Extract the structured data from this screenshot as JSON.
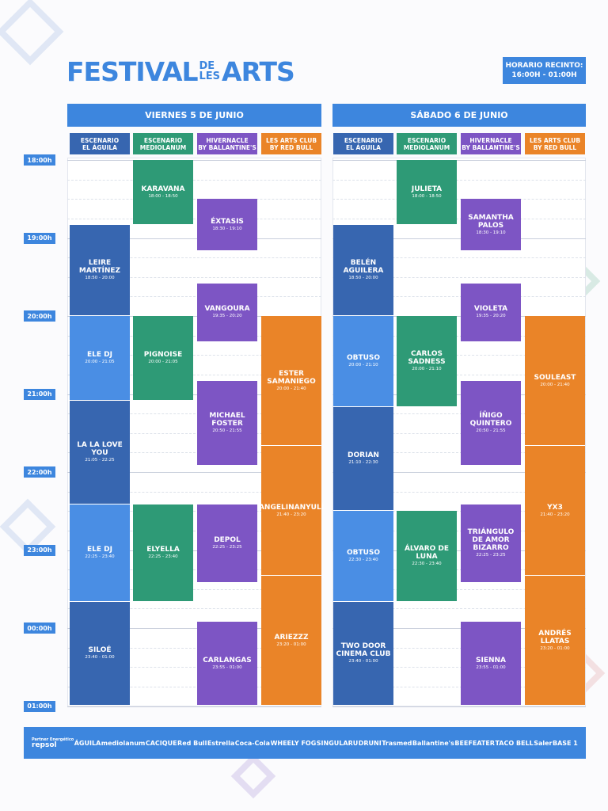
{
  "festival": {
    "title_part1": "FESTIVAL",
    "title_de": "DE",
    "title_les": "LES",
    "title_part2": "ARTS"
  },
  "hours": {
    "label": "HORARIO RECINTO:",
    "value": "16:00H - 01:00H"
  },
  "days": [
    {
      "title": "VIERNES 5 DE JUNIO"
    },
    {
      "title": "SÁBADO 6 DE JUNIO"
    }
  ],
  "stages": [
    {
      "l1": "ESCENARIO",
      "l2": "EL ÁGUILA",
      "color": "#3766b0"
    },
    {
      "l1": "ESCENARIO",
      "l2": "MEDIOLANUM",
      "color": "#2e9a76"
    },
    {
      "l1": "HIVERNACLE",
      "l2": "BY BALLANTINE'S",
      "color": "#7d55c4"
    },
    {
      "l1": "LES ARTS CLUB",
      "l2": "BY RED BULL",
      "color": "#ea8428"
    }
  ],
  "times": [
    "18:00h",
    "19:00h",
    "20:00h",
    "21:00h",
    "22:00h",
    "23:00h",
    "00:00h",
    "01:00h"
  ],
  "friday": [
    {
      "name": "KARAVANA",
      "time": "18:00 - 18:50"
    },
    {
      "name": "ÉXTASIS",
      "time": "18:30 - 19:10"
    },
    {
      "name": "LEIRE MARTÍNEZ",
      "time": "18:50 - 20:00"
    },
    {
      "name": "VANGOURA",
      "time": "19:35 - 20:20"
    },
    {
      "name": "ELE DJ",
      "time": "20:00 - 21:05"
    },
    {
      "name": "PIGNOISE",
      "time": "20:00 - 21:05"
    },
    {
      "name": "ESTER SAMANIEGO",
      "time": "20:00 - 21:40"
    },
    {
      "name": "MICHAEL FOSTER",
      "time": "20:50 - 21:55"
    },
    {
      "name": "LA LA LOVE YOU",
      "time": "21:05 - 22:25"
    },
    {
      "name": "ANGELINANYULÍ",
      "time": "21:40 - 23:20"
    },
    {
      "name": "ELE DJ",
      "time": "22:25 - 23:40"
    },
    {
      "name": "ELYELLA",
      "time": "22:25 - 23:40"
    },
    {
      "name": "DEPOL",
      "time": "22:25 - 23:25"
    },
    {
      "name": "ARIEZZZ",
      "time": "23:20 - 01:00"
    },
    {
      "name": "SILOÉ",
      "time": "23:40 - 01:00"
    },
    {
      "name": "CARLANGAS",
      "time": "23:55 - 01:00"
    }
  ],
  "saturday": [
    {
      "name": "JULIETA",
      "time": "18:00 - 18:50"
    },
    {
      "name": "SAMANTHA PALOS",
      "time": "18:30 - 19:10"
    },
    {
      "name": "BELÉN AGUILERA",
      "time": "18:50 - 20:00"
    },
    {
      "name": "VIOLETA",
      "time": "19:35 - 20:20"
    },
    {
      "name": "OBTUSO",
      "time": "20:00 - 21:10"
    },
    {
      "name": "CARLOS SADNESS",
      "time": "20:00 - 21:10"
    },
    {
      "name": "SOULEAST",
      "time": "20:00 - 21:40"
    },
    {
      "name": "ÍÑIGO QUINTERO",
      "time": "20:50 - 21:55"
    },
    {
      "name": "DORIAN",
      "time": "21:10 - 22:30"
    },
    {
      "name": "YX3",
      "time": "21:40 - 23:20"
    },
    {
      "name": "OBTUSO",
      "time": "22:30 - 23:40"
    },
    {
      "name": "ÁLVARO DE LUNA",
      "time": "22:30 - 23:40"
    },
    {
      "name": "TRIÁNGULO DE AMOR BIZARRO",
      "time": "22:25 - 23:25"
    },
    {
      "name": "ANDRÉS LLATAS",
      "time": "23:20 - 01:00"
    },
    {
      "name": "TWO DOOR CINEMA CLUB",
      "time": "23:40 - 01:00"
    },
    {
      "name": "SIENNA",
      "time": "23:55 - 01:00"
    }
  ],
  "sponsors": {
    "partner_label": "Partner Energético",
    "list": [
      "repsol",
      "ÁGUILA",
      "mediolanum",
      "CACIQUE",
      "Red Bull",
      "Estrella",
      "Coca-Cola",
      "WHEELY FOG",
      "SINGULARU",
      "DRUNI",
      "Trasmed",
      "Ballantine's",
      "BEEFEATER",
      "TACO BELL",
      "Saler",
      "BASE 1"
    ]
  }
}
